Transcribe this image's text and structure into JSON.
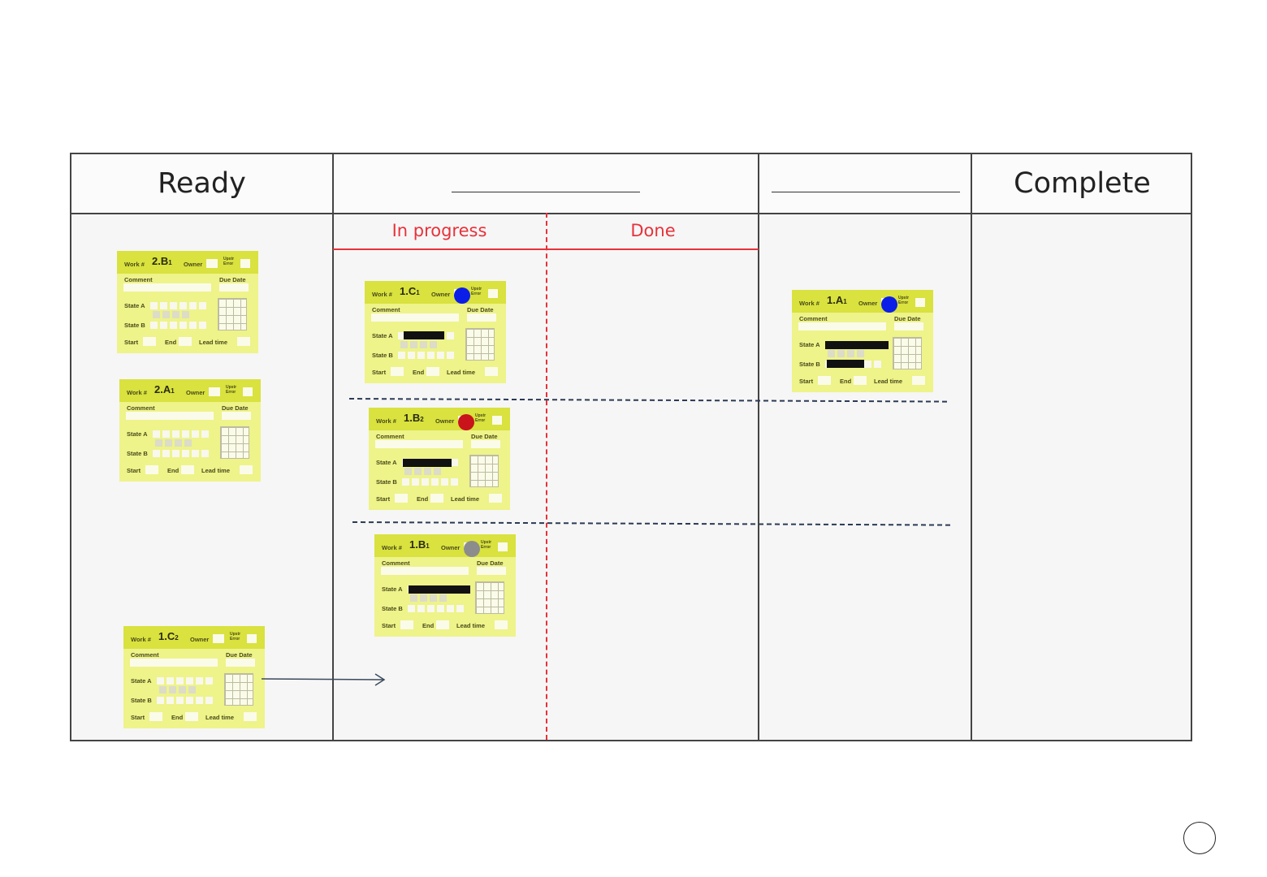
{
  "board": {
    "columns": [
      {
        "title": "Ready"
      },
      {
        "title": ""
      },
      {
        "title": ""
      },
      {
        "title": "Complete"
      }
    ],
    "subcolumns": [
      "In progress",
      "Done"
    ]
  },
  "card_labels": {
    "work": "Work #",
    "owner": "Owner",
    "upstr": "Upstr",
    "error": "Error",
    "comment": "Comment",
    "due": "Due Date",
    "state_a": "State A",
    "state_b": "State B",
    "start": "Start",
    "end": "End",
    "lead": "Lead time"
  },
  "cards": [
    {
      "id": "2.B",
      "sub": "1"
    },
    {
      "id": "2.A",
      "sub": "1"
    },
    {
      "id": "1.C",
      "sub": "2"
    },
    {
      "id": "1.C",
      "sub": "1",
      "owner_color": "#0b1ee8"
    },
    {
      "id": "1.B",
      "sub": "2",
      "owner_color": "#c8141a"
    },
    {
      "id": "1.B",
      "sub": "1",
      "owner_color": "#8c8c8c"
    },
    {
      "id": "1.A",
      "sub": "1",
      "owner_color": "#0b1ee8"
    }
  ],
  "colors": {
    "accent_red": "#e8313a",
    "card_bg": "#eef38a",
    "card_header": "#d9e23e",
    "divider": "#2b3a55"
  }
}
